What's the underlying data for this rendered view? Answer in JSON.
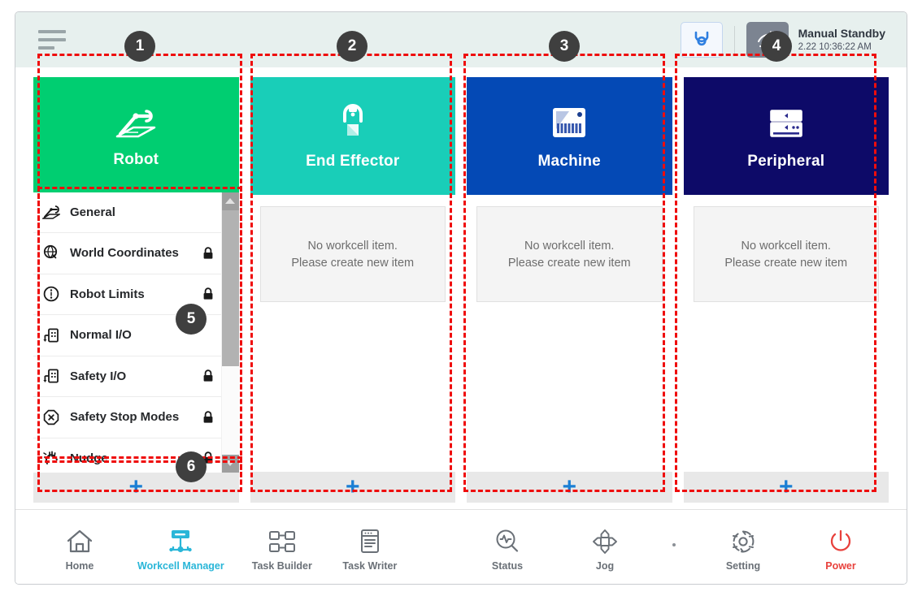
{
  "topbar": {
    "menu_icon": "hamburger-menu-icon",
    "gripper_icon": "gripper-tool-icon",
    "hand_icon": "manual-hand-icon",
    "status_title": "Manual Standby",
    "status_timestamp": "2.22 10:36:22 AM"
  },
  "colors": {
    "robot": "#00ce71",
    "end_effector": "#19ceb8",
    "machine": "#0449b5",
    "peripheral": "#0d0a68",
    "accent_blue": "#1b7fd4",
    "active_nav": "#29b6d8",
    "power_red": "#e8413c",
    "annotation": "#ef0c0c",
    "topbar_bg": "#e7f0ee"
  },
  "cards": [
    {
      "key": "robot",
      "title": "Robot",
      "icon": "robot-arm-icon",
      "has_list": true,
      "add_label": "+",
      "items": [
        {
          "label": "General",
          "icon": "robot-arm-icon",
          "locked": false
        },
        {
          "label": "World Coordinates",
          "icon": "globe-coordinates-icon",
          "locked": true
        },
        {
          "label": "Robot Limits",
          "icon": "limits-circle-icon",
          "locked": true
        },
        {
          "label": "Normal I/O",
          "icon": "io-port-icon",
          "locked": false
        },
        {
          "label": "Safety I/O",
          "icon": "io-port-icon",
          "locked": true
        },
        {
          "label": "Safety Stop Modes",
          "icon": "stop-octagon-icon",
          "locked": true
        },
        {
          "label": "Nudge",
          "icon": "hand-nudge-icon",
          "locked": true
        }
      ]
    },
    {
      "key": "end_effector",
      "title": "End Effector",
      "icon": "end-effector-gripper-icon",
      "has_list": false,
      "add_label": "+",
      "empty_line1": "No workcell item.",
      "empty_line2": "Please create new item"
    },
    {
      "key": "machine",
      "title": "Machine",
      "icon": "cnc-machine-icon",
      "has_list": false,
      "add_label": "+",
      "empty_line1": "No workcell item.",
      "empty_line2": "Please create new item"
    },
    {
      "key": "peripheral",
      "title": "Peripheral",
      "icon": "peripheral-rack-icon",
      "has_list": false,
      "add_label": "+",
      "empty_line1": "No workcell item.",
      "empty_line2": "Please create new item"
    }
  ],
  "bottom_nav": {
    "left": [
      {
        "label": "Home",
        "icon": "home-icon",
        "active": false
      },
      {
        "label": "Workcell Manager",
        "icon": "workcell-manager-icon",
        "active": true
      },
      {
        "label": "Task Builder",
        "icon": "task-builder-icon",
        "active": false
      },
      {
        "label": "Task Writer",
        "icon": "task-writer-icon",
        "active": false
      }
    ],
    "right": [
      {
        "label": "Status",
        "icon": "status-pulse-icon",
        "active": false
      },
      {
        "label": "Jog",
        "icon": "jog-dpad-icon",
        "active": false
      },
      {
        "label": "Setting",
        "icon": "gear-icon",
        "active": false
      },
      {
        "label": "Power",
        "icon": "power-icon",
        "active": false
      }
    ]
  },
  "annotations": [
    {
      "number": "1",
      "target": "robot-card"
    },
    {
      "number": "2",
      "target": "end-effector-card"
    },
    {
      "number": "3",
      "target": "machine-card"
    },
    {
      "number": "4",
      "target": "peripheral-card"
    },
    {
      "number": "5",
      "target": "robot-item-list"
    },
    {
      "number": "6",
      "target": "add-item-button"
    }
  ]
}
